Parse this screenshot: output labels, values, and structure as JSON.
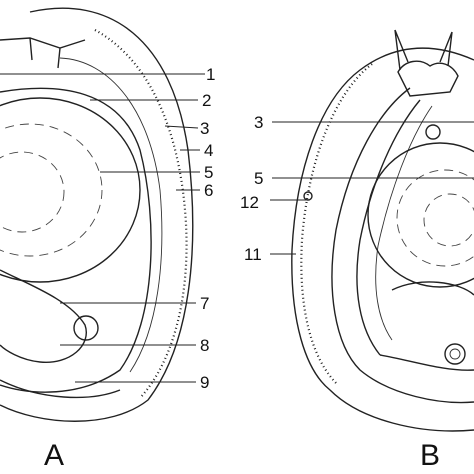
{
  "panels": [
    {
      "letter": "A"
    },
    {
      "letter": "B"
    }
  ],
  "labels": {
    "a": [
      "1",
      "2",
      "3",
      "4",
      "5",
      "6",
      "7",
      "8",
      "9"
    ],
    "b": [
      "3",
      "5",
      "12",
      "11"
    ]
  }
}
